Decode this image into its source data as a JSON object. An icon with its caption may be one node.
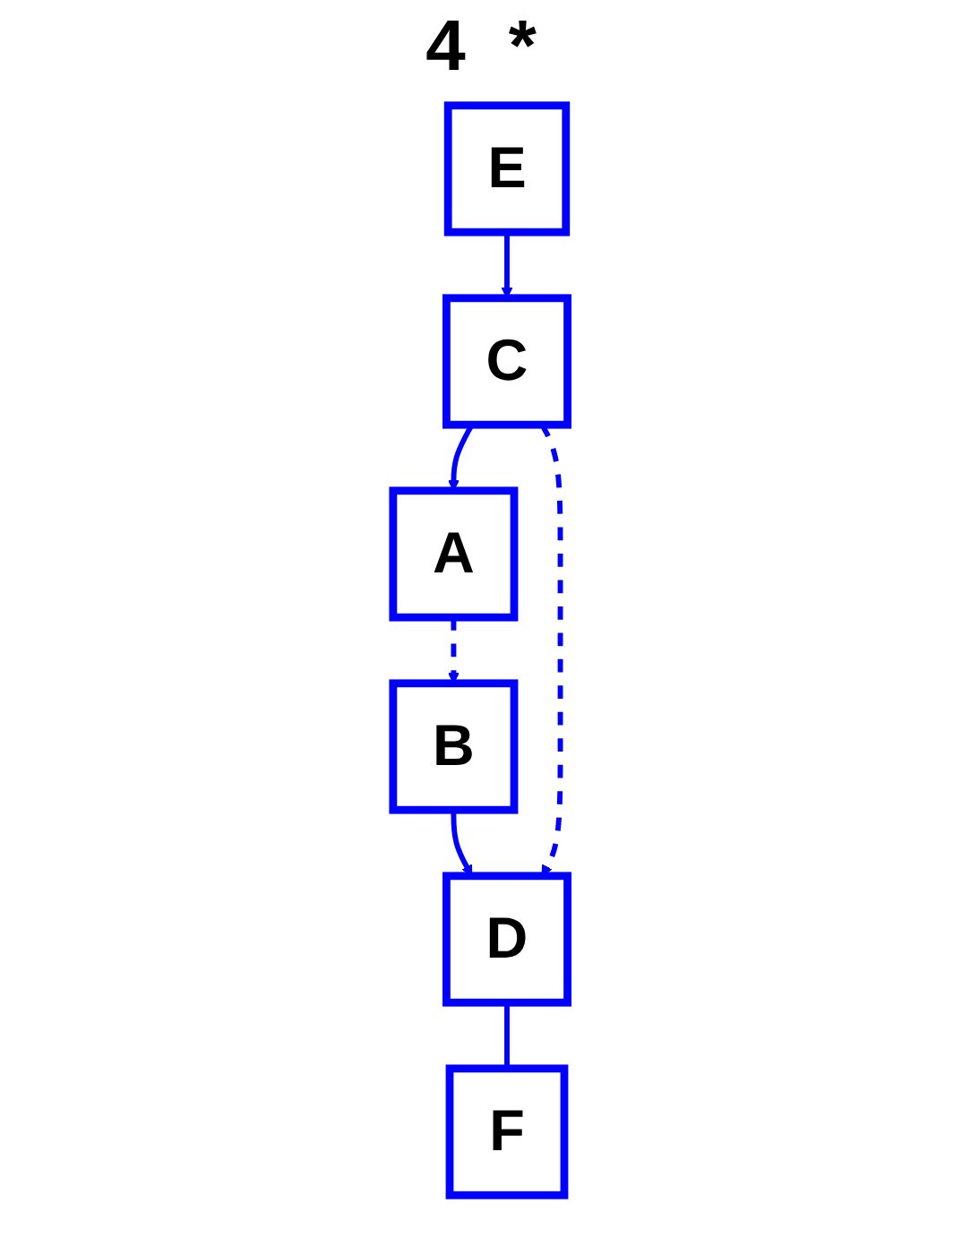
{
  "diagram": {
    "nodes": [
      {
        "text": [
          "A"
        ]
      },
      {
        "text": [
          "B"
        ]
      },
      {
        "text": [
          "C"
        ]
      },
      {
        "text": [
          "D"
        ]
      },
      {
        "text": [
          "E"
        ]
      },
      {
        "text": [
          "F"
        ]
      }
    ],
    "edges": [
      {
        "from": 0,
        "to": 1,
        "arrow": "to",
        "style": "dashed"
      },
      {
        "from": 1,
        "to": 3,
        "arrow": "to"
      },
      {
        "from": 2,
        "to": 0,
        "arrow": "to"
      },
      {
        "from": 2,
        "to": 3,
        "arrow": "to",
        "style": "dashed"
      },
      {
        "from": 4,
        "to": 2,
        "arrow": "to"
      },
      {
        "from": 3,
        "to": 5,
        "arrow": "none"
      }
    ],
    "labels": [
      "4",
      "*"
    ]
  }
}
